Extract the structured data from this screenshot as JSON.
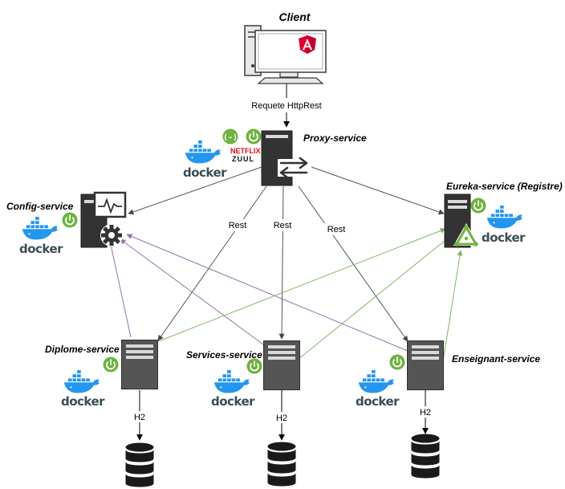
{
  "nodes": {
    "client": "Client",
    "proxy": "Proxy-service",
    "config": "Config-service",
    "eureka": "Eureka-service (Registre)",
    "diplome": "Diplome-service",
    "services": "Services-service",
    "enseignant": "Enseignant-service"
  },
  "edges": {
    "client_proxy": "Requete HttpRest",
    "rest_left": "Rest",
    "rest_mid": "Rest",
    "rest_right": "Rest",
    "db_diplome": "H2",
    "db_services": "H2",
    "db_enseignant": "H2"
  },
  "logos": {
    "docker": "docker",
    "netflix": "NETFLIX",
    "zuul": "ZUUL"
  },
  "icons": {
    "client": "desktop-monitor-icon",
    "angular": "angular-icon",
    "proxy": "proxy-server-icon",
    "config": "config-server-icon",
    "eureka": "registry-server-icon",
    "service": "server-icon",
    "database": "database-icon",
    "spring": "spring-boot-icon",
    "docker": "docker-whale-icon",
    "hystrix": "hystrix-icon"
  },
  "colors": {
    "gray_arrow": "#555555",
    "purple_arrow": "#9673a6",
    "green_arrow": "#82b366",
    "spring_green": "#6db33f",
    "docker_blue": "#2496ed",
    "angular_red": "#dd0031",
    "server_dark": "#3a3a3a"
  }
}
